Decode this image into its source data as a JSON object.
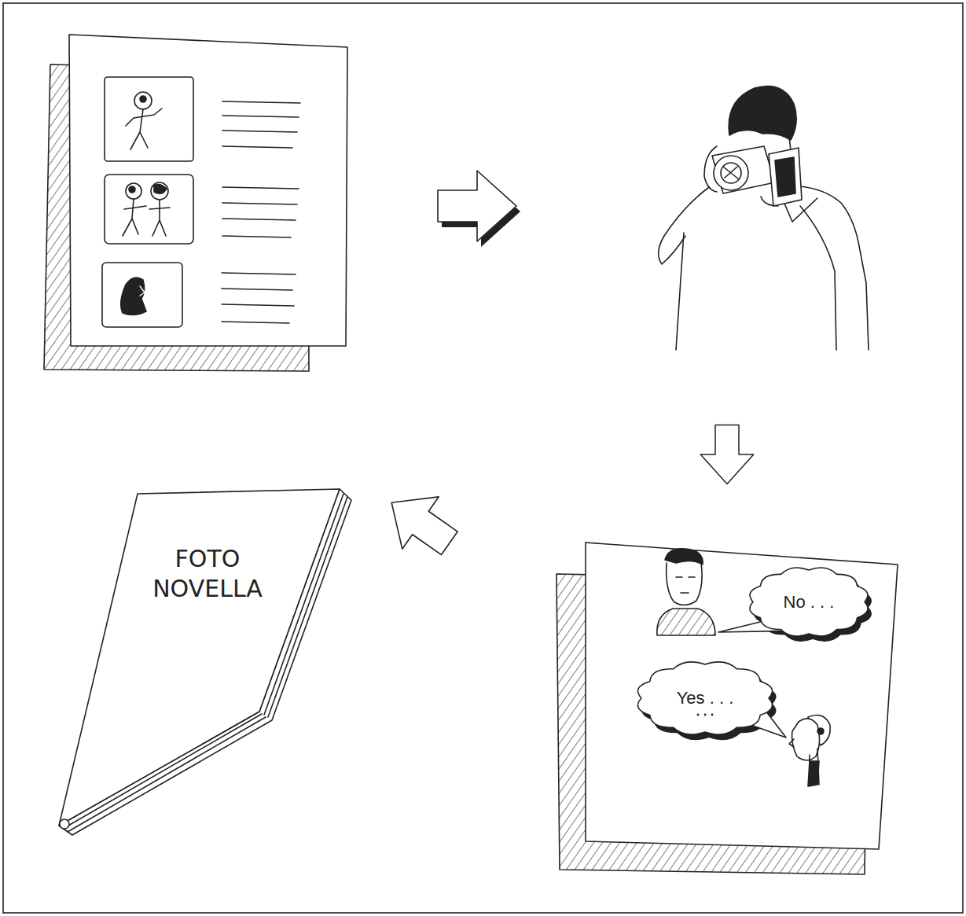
{
  "diagram": {
    "nodes": [
      {
        "text": [
          "No . . ."
        ]
      },
      {
        "text": [
          "Yes . . ."
        ]
      },
      {
        "text": [
          "FOTO NOVELLA"
        ]
      }
    ]
  }
}
